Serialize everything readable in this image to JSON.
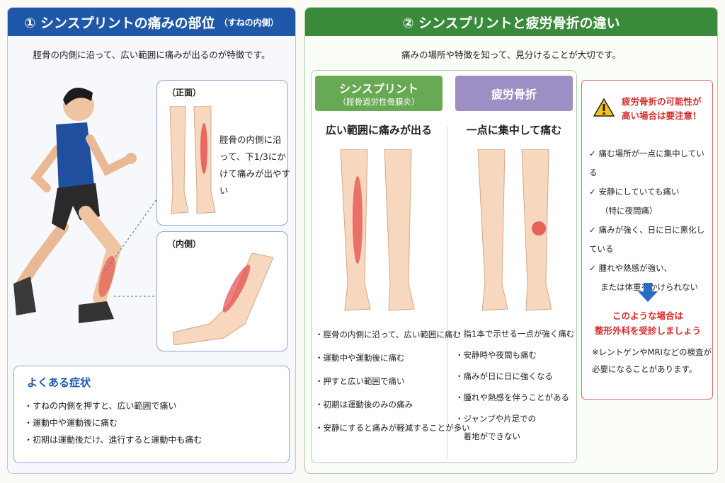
{
  "left": {
    "title": "① シンスプリントの痛みの部位",
    "title_small": "（すねの内側）",
    "subtitle": "脛骨の内側に沿って、広い範囲に痛みが出るのが特徴です。",
    "front_label": "（正面）",
    "front_text": "脛骨の内側に沿って、下1/3にかけて痛みが出やすい",
    "inner_label": "（内側）",
    "symptoms_title": "よくある症状",
    "symptoms": [
      "・すねの内側を押すと、広い範囲で痛い",
      "・運動中や運動後に痛む",
      "・初期は運動後だけ、進行すると運動中も痛む"
    ]
  },
  "right": {
    "title": "② シンスプリントと疲労骨折の違い",
    "subtitle": "痛みの場所や特徴を知って、見分けることが大切です。",
    "shin": {
      "tag": "シンスプリント",
      "tag_sub": "（脛骨過労性骨膜炎）",
      "heading": "広い範囲に痛みが出る",
      "items": [
        "・脛骨の内側に沿って、広い範囲に痛む",
        "・運動中や運動後に痛む",
        "・押すと広い範囲で痛い",
        "・初期は運動後のみの痛み",
        "・安静にすると痛みが軽減することが多い"
      ]
    },
    "fracture": {
      "tag": "疲労骨折",
      "heading": "一点に集中して痛む",
      "items": [
        "・指1本で示せる一点が強く痛む",
        "・安静時や夜間も痛む",
        "・痛みが日に日に強くなる",
        "・腫れや熱感を伴うことがある",
        "・ジャンプや片足での",
        "　着地ができない"
      ]
    },
    "alert": {
      "head_line1": "疲労骨折の可能性が",
      "head_line2": "高い場合は要注意！",
      "checks": [
        "痛む場所が一点に集中している",
        "安静にしていても痛い",
        "（特に夜間痛）",
        "痛みが強く、日に日に悪化している",
        "腫れや熱感が強い、",
        "または体重をかけられない"
      ],
      "strong1": "このような場合は",
      "strong2": "整形外科を受診しましょう",
      "note": "※レントゲンやMRIなどの検査が必要になることがあります。"
    }
  },
  "colors": {
    "blue": "#1f58a8",
    "green": "#3a8a3c",
    "red": "#d62b2b",
    "pain": "#e23a3a"
  }
}
